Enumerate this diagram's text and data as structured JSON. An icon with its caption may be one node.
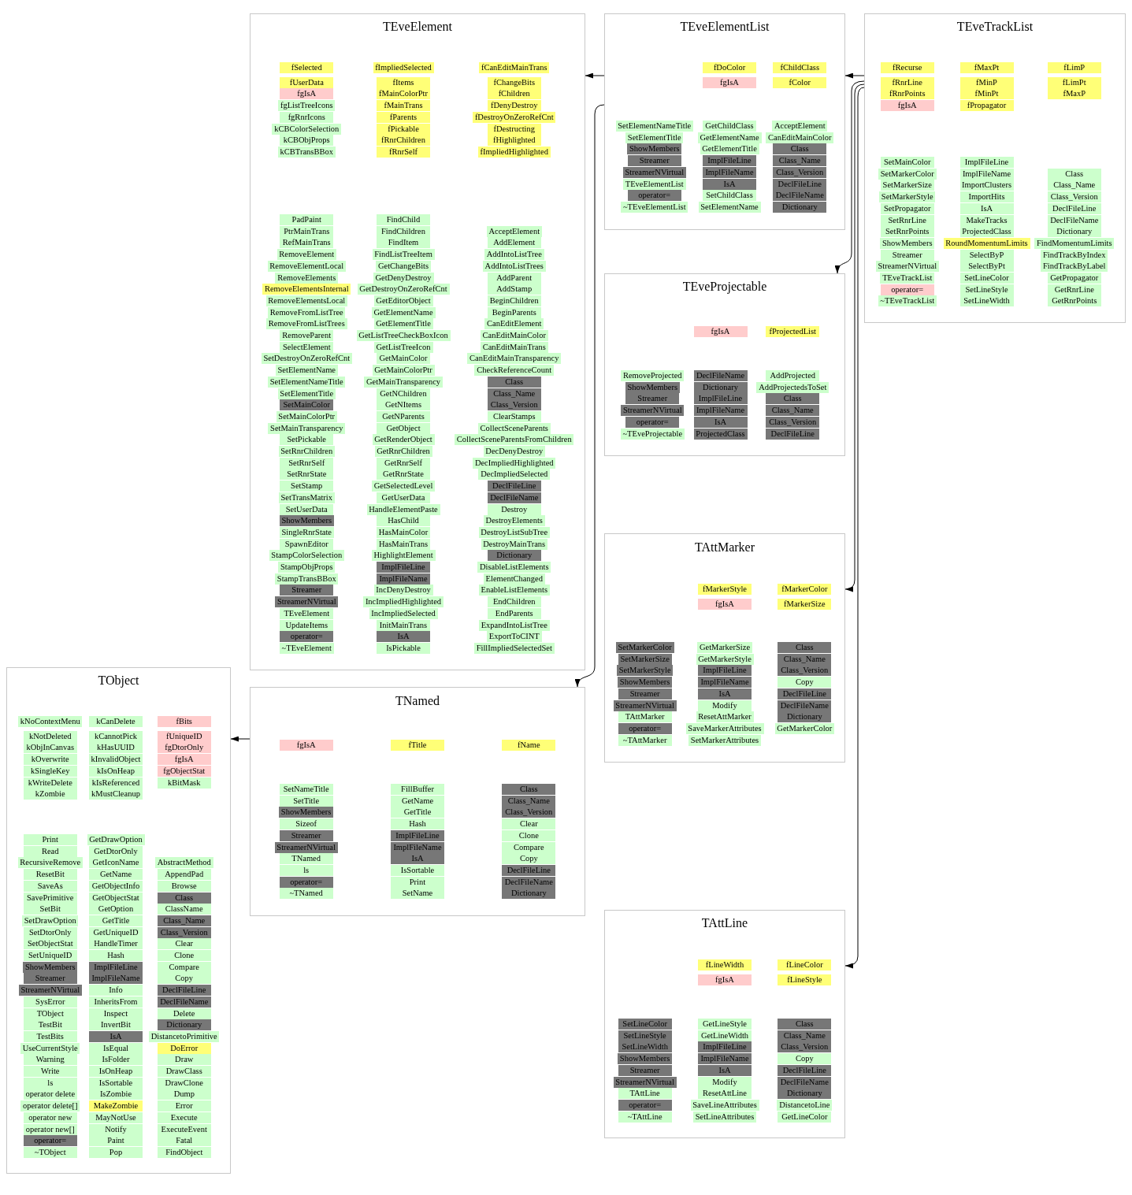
{
  "diagram": {
    "nodes": [
      {
        "text": [
          "TEveElement"
        ]
      },
      {
        "text": [
          "TEveElementList"
        ]
      },
      {
        "text": [
          "TEveTrackList"
        ]
      },
      {
        "text": [
          "TEveProjectable"
        ]
      },
      {
        "text": [
          "TAttMarker"
        ]
      },
      {
        "text": [
          "TObject"
        ]
      },
      {
        "text": [
          "TNamed"
        ]
      },
      {
        "text": [
          "TAttLine"
        ]
      },
      {
        "text": [
          "fSelected"
        ],
        "in": 0
      },
      {
        "text": [
          "fUserData"
        ],
        "in": 0
      },
      {
        "text": [
          "fgIsA"
        ],
        "in": 0
      },
      {
        "text": [
          "fgListTreeIcons"
        ],
        "in": 0
      },
      {
        "text": [
          "fgRnrIcons"
        ],
        "in": 0
      },
      {
        "text": [
          "kCBColorSelection"
        ],
        "in": 0
      },
      {
        "text": [
          "kCBObjProps"
        ],
        "in": 0
      },
      {
        "text": [
          "kCBTransBBox"
        ],
        "in": 0
      },
      {
        "text": [
          "fImpliedSelected"
        ],
        "in": 0
      },
      {
        "text": [
          "fItems"
        ],
        "in": 0
      },
      {
        "text": [
          "fMainColorPtr"
        ],
        "in": 0
      },
      {
        "text": [
          "fMainTrans"
        ],
        "in": 0
      },
      {
        "text": [
          "fParents"
        ],
        "in": 0
      },
      {
        "text": [
          "fPickable"
        ],
        "in": 0
      },
      {
        "text": [
          "fRnrChildren"
        ],
        "in": 0
      },
      {
        "text": [
          "fRnrSelf"
        ],
        "in": 0
      },
      {
        "text": [
          "fCanEditMainTrans"
        ],
        "in": 0
      },
      {
        "text": [
          "fChangeBits"
        ],
        "in": 0
      },
      {
        "text": [
          "fChildren"
        ],
        "in": 0
      },
      {
        "text": [
          "fDenyDestroy"
        ],
        "in": 0
      },
      {
        "text": [
          "fDestroyOnZeroRefCnt"
        ],
        "in": 0
      },
      {
        "text": [
          "fDestructing"
        ],
        "in": 0
      },
      {
        "text": [
          "fHighlighted"
        ],
        "in": 0
      },
      {
        "text": [
          "fImpliedHighlighted"
        ],
        "in": 0
      },
      {
        "text": [
          "PadPaint"
        ],
        "in": 0
      },
      {
        "text": [
          "PtrMainTrans"
        ],
        "in": 0
      },
      {
        "text": [
          "RefMainTrans"
        ],
        "in": 0
      },
      {
        "text": [
          "RemoveElement"
        ],
        "in": 0
      },
      {
        "text": [
          "RemoveElementLocal"
        ],
        "in": 0
      },
      {
        "text": [
          "RemoveElements"
        ],
        "in": 0
      },
      {
        "text": [
          "RemoveElementsInternal"
        ],
        "in": 0
      },
      {
        "text": [
          "RemoveElementsLocal"
        ],
        "in": 0
      },
      {
        "text": [
          "RemoveFromListTree"
        ],
        "in": 0
      },
      {
        "text": [
          "RemoveFromListTrees"
        ],
        "in": 0
      },
      {
        "text": [
          "RemoveParent"
        ],
        "in": 0
      },
      {
        "text": [
          "SelectElement"
        ],
        "in": 0
      },
      {
        "text": [
          "SetDestroyOnZeroRefCnt"
        ],
        "in": 0
      },
      {
        "text": [
          "SetElementName"
        ],
        "in": 0
      },
      {
        "text": [
          "SetElementNameTitle"
        ],
        "in": 0
      },
      {
        "text": [
          "SetElementTitle"
        ],
        "in": 0
      },
      {
        "text": [
          "SetMainColor"
        ],
        "in": 0
      },
      {
        "text": [
          "SetMainColorPtr"
        ],
        "in": 0
      },
      {
        "text": [
          "SetMainTransparency"
        ],
        "in": 0
      },
      {
        "text": [
          "SetPickable"
        ],
        "in": 0
      },
      {
        "text": [
          "SetRnrChildren"
        ],
        "in": 0
      },
      {
        "text": [
          "SetRnrSelf"
        ],
        "in": 0
      },
      {
        "text": [
          "SetRnrState"
        ],
        "in": 0
      },
      {
        "text": [
          "SetStamp"
        ],
        "in": 0
      },
      {
        "text": [
          "SetTransMatrix"
        ],
        "in": 0
      },
      {
        "text": [
          "SetUserData"
        ],
        "in": 0
      },
      {
        "text": [
          "ShowMembers"
        ],
        "in": 0
      },
      {
        "text": [
          "SingleRnrState"
        ],
        "in": 0
      },
      {
        "text": [
          "SpawnEditor"
        ],
        "in": 0
      },
      {
        "text": [
          "StampColorSelection"
        ],
        "in": 0
      },
      {
        "text": [
          "StampObjProps"
        ],
        "in": 0
      },
      {
        "text": [
          "StampTransBBox"
        ],
        "in": 0
      },
      {
        "text": [
          "Streamer"
        ],
        "in": 0
      },
      {
        "text": [
          "StreamerNVirtual"
        ],
        "in": 0
      },
      {
        "text": [
          "TEveElement"
        ],
        "in": 0
      },
      {
        "text": [
          "UpdateItems"
        ],
        "in": 0
      },
      {
        "text": [
          "operator="
        ],
        "in": 0
      },
      {
        "text": [
          "~TEveElement"
        ],
        "in": 0
      },
      {
        "text": [
          "FindChild"
        ],
        "in": 0
      },
      {
        "text": [
          "FindChildren"
        ],
        "in": 0
      },
      {
        "text": [
          "FindItem"
        ],
        "in": 0
      },
      {
        "text": [
          "FindListTreeItem"
        ],
        "in": 0
      },
      {
        "text": [
          "GetChangeBits"
        ],
        "in": 0
      },
      {
        "text": [
          "GetDenyDestroy"
        ],
        "in": 0
      },
      {
        "text": [
          "GetDestroyOnZeroRefCnt"
        ],
        "in": 0
      },
      {
        "text": [
          "GetEditorObject"
        ],
        "in": 0
      },
      {
        "text": [
          "GetElementName"
        ],
        "in": 0
      },
      {
        "text": [
          "GetElementTitle"
        ],
        "in": 0
      },
      {
        "text": [
          "GetListTreeCheckBoxIcon"
        ],
        "in": 0
      },
      {
        "text": [
          "GetListTreeIcon"
        ],
        "in": 0
      },
      {
        "text": [
          "GetMainColor"
        ],
        "in": 0
      },
      {
        "text": [
          "GetMainColorPtr"
        ],
        "in": 0
      },
      {
        "text": [
          "GetMainTransparency"
        ],
        "in": 0
      },
      {
        "text": [
          "GetNChildren"
        ],
        "in": 0
      },
      {
        "text": [
          "GetNItems"
        ],
        "in": 0
      },
      {
        "text": [
          "GetNParents"
        ],
        "in": 0
      },
      {
        "text": [
          "GetObject"
        ],
        "in": 0
      },
      {
        "text": [
          "GetRenderObject"
        ],
        "in": 0
      },
      {
        "text": [
          "GetRnrChildren"
        ],
        "in": 0
      },
      {
        "text": [
          "GetRnrSelf"
        ],
        "in": 0
      },
      {
        "text": [
          "GetRnrState"
        ],
        "in": 0
      },
      {
        "text": [
          "GetSelectedLevel"
        ],
        "in": 0
      },
      {
        "text": [
          "GetUserData"
        ],
        "in": 0
      },
      {
        "text": [
          "HandleElementPaste"
        ],
        "in": 0
      },
      {
        "text": [
          "HasChild"
        ],
        "in": 0
      },
      {
        "text": [
          "HasMainColor"
        ],
        "in": 0
      },
      {
        "text": [
          "HasMainTrans"
        ],
        "in": 0
      },
      {
        "text": [
          "HighlightElement"
        ],
        "in": 0
      },
      {
        "text": [
          "ImplFileLine"
        ],
        "in": 0
      },
      {
        "text": [
          "ImplFileName"
        ],
        "in": 0
      },
      {
        "text": [
          "IncDenyDestroy"
        ],
        "in": 0
      },
      {
        "text": [
          "IncImpliedHighlighted"
        ],
        "in": 0
      },
      {
        "text": [
          "IncImpliedSelected"
        ],
        "in": 0
      },
      {
        "text": [
          "InitMainTrans"
        ],
        "in": 0
      },
      {
        "text": [
          "IsA"
        ],
        "in": 0
      },
      {
        "text": [
          "IsPickable"
        ],
        "in": 0
      },
      {
        "text": [
          "AcceptElement"
        ],
        "in": 0
      },
      {
        "text": [
          "AddElement"
        ],
        "in": 0
      },
      {
        "text": [
          "AddIntoListTree"
        ],
        "in": 0
      },
      {
        "text": [
          "AddIntoListTrees"
        ],
        "in": 0
      },
      {
        "text": [
          "AddParent"
        ],
        "in": 0
      },
      {
        "text": [
          "AddStamp"
        ],
        "in": 0
      },
      {
        "text": [
          "BeginChildren"
        ],
        "in": 0
      },
      {
        "text": [
          "BeginParents"
        ],
        "in": 0
      },
      {
        "text": [
          "CanEditElement"
        ],
        "in": 0
      },
      {
        "text": [
          "CanEditMainColor"
        ],
        "in": 0
      },
      {
        "text": [
          "CanEditMainTrans"
        ],
        "in": 0
      },
      {
        "text": [
          "CanEditMainTransparency"
        ],
        "in": 0
      },
      {
        "text": [
          "CheckReferenceCount"
        ],
        "in": 0
      },
      {
        "text": [
          "Class"
        ],
        "in": 0
      },
      {
        "text": [
          "Class_Name"
        ],
        "in": 0
      },
      {
        "text": [
          "Class_Version"
        ],
        "in": 0
      },
      {
        "text": [
          "ClearStamps"
        ],
        "in": 0
      },
      {
        "text": [
          "CollectSceneParents"
        ],
        "in": 0
      },
      {
        "text": [
          "CollectSceneParentsFromChildren"
        ],
        "in": 0
      },
      {
        "text": [
          "DecDenyDestroy"
        ],
        "in": 0
      },
      {
        "text": [
          "DecImpliedHighlighted"
        ],
        "in": 0
      },
      {
        "text": [
          "DecImpliedSelected"
        ],
        "in": 0
      },
      {
        "text": [
          "DeclFileLine"
        ],
        "in": 0
      },
      {
        "text": [
          "DeclFileName"
        ],
        "in": 0
      },
      {
        "text": [
          "Destroy"
        ],
        "in": 0
      },
      {
        "text": [
          "DestroyElements"
        ],
        "in": 0
      },
      {
        "text": [
          "DestroyListSubTree"
        ],
        "in": 0
      },
      {
        "text": [
          "DestroyMainTrans"
        ],
        "in": 0
      },
      {
        "text": [
          "Dictionary"
        ],
        "in": 0
      },
      {
        "text": [
          "DisableListElements"
        ],
        "in": 0
      },
      {
        "text": [
          "ElementChanged"
        ],
        "in": 0
      },
      {
        "text": [
          "EnableListElements"
        ],
        "in": 0
      },
      {
        "text": [
          "EndChildren"
        ],
        "in": 0
      },
      {
        "text": [
          "EndParents"
        ],
        "in": 0
      },
      {
        "text": [
          "ExpandIntoListTree"
        ],
        "in": 0
      },
      {
        "text": [
          "ExportToCINT"
        ],
        "in": 0
      },
      {
        "text": [
          "FillImpliedSelectedSet"
        ],
        "in": 0
      },
      {
        "text": [
          "fDoColor"
        ],
        "in": 1
      },
      {
        "text": [
          "fgIsA"
        ],
        "in": 1
      },
      {
        "text": [
          "fChildClass"
        ],
        "in": 1
      },
      {
        "text": [
          "fColor"
        ],
        "in": 1
      },
      {
        "text": [
          "SetElementNameTitle"
        ],
        "in": 1
      },
      {
        "text": [
          "SetElementTitle"
        ],
        "in": 1
      },
      {
        "text": [
          "ShowMembers"
        ],
        "in": 1
      },
      {
        "text": [
          "Streamer"
        ],
        "in": 1
      },
      {
        "text": [
          "StreamerNVirtual"
        ],
        "in": 1
      },
      {
        "text": [
          "TEveElementList"
        ],
        "in": 1
      },
      {
        "text": [
          "operator="
        ],
        "in": 1
      },
      {
        "text": [
          "~TEveElementList"
        ],
        "in": 1
      },
      {
        "text": [
          "GetChildClass"
        ],
        "in": 1
      },
      {
        "text": [
          "GetElementName"
        ],
        "in": 1
      },
      {
        "text": [
          "GetElementTitle"
        ],
        "in": 1
      },
      {
        "text": [
          "ImplFileLine"
        ],
        "in": 1
      },
      {
        "text": [
          "ImplFileName"
        ],
        "in": 1
      },
      {
        "text": [
          "IsA"
        ],
        "in": 1
      },
      {
        "text": [
          "SetChildClass"
        ],
        "in": 1
      },
      {
        "text": [
          "SetElementName"
        ],
        "in": 1
      },
      {
        "text": [
          "AcceptElement"
        ],
        "in": 1
      },
      {
        "text": [
          "CanEditMainColor"
        ],
        "in": 1
      },
      {
        "text": [
          "Class"
        ],
        "in": 1
      },
      {
        "text": [
          "Class_Name"
        ],
        "in": 1
      },
      {
        "text": [
          "Class_Version"
        ],
        "in": 1
      },
      {
        "text": [
          "DeclFileLine"
        ],
        "in": 1
      },
      {
        "text": [
          "DeclFileName"
        ],
        "in": 1
      },
      {
        "text": [
          "Dictionary"
        ],
        "in": 1
      },
      {
        "text": [
          "fRecurse"
        ],
        "in": 2
      },
      {
        "text": [
          "fRnrLine"
        ],
        "in": 2
      },
      {
        "text": [
          "fRnrPoints"
        ],
        "in": 2
      },
      {
        "text": [
          "fgIsA"
        ],
        "in": 2
      },
      {
        "text": [
          "fMaxPt"
        ],
        "in": 2
      },
      {
        "text": [
          "fMinP"
        ],
        "in": 2
      },
      {
        "text": [
          "fMinPt"
        ],
        "in": 2
      },
      {
        "text": [
          "fPropagator"
        ],
        "in": 2
      },
      {
        "text": [
          "fLimP"
        ],
        "in": 2
      },
      {
        "text": [
          "fLimPt"
        ],
        "in": 2
      },
      {
        "text": [
          "fMaxP"
        ],
        "in": 2
      },
      {
        "text": [
          "SetMainColor"
        ],
        "in": 2
      },
      {
        "text": [
          "SetMarkerColor"
        ],
        "in": 2
      },
      {
        "text": [
          "SetMarkerSize"
        ],
        "in": 2
      },
      {
        "text": [
          "SetMarkerStyle"
        ],
        "in": 2
      },
      {
        "text": [
          "SetPropagator"
        ],
        "in": 2
      },
      {
        "text": [
          "SetRnrLine"
        ],
        "in": 2
      },
      {
        "text": [
          "SetRnrPoints"
        ],
        "in": 2
      },
      {
        "text": [
          "ShowMembers"
        ],
        "in": 2
      },
      {
        "text": [
          "Streamer"
        ],
        "in": 2
      },
      {
        "text": [
          "StreamerNVirtual"
        ],
        "in": 2
      },
      {
        "text": [
          "TEveTrackList"
        ],
        "in": 2
      },
      {
        "text": [
          "operator="
        ],
        "in": 2
      },
      {
        "text": [
          "~TEveTrackList"
        ],
        "in": 2
      },
      {
        "text": [
          "ImplFileLine"
        ],
        "in": 2
      },
      {
        "text": [
          "ImplFileName"
        ],
        "in": 2
      },
      {
        "text": [
          "ImportClusters"
        ],
        "in": 2
      },
      {
        "text": [
          "ImportHits"
        ],
        "in": 2
      },
      {
        "text": [
          "IsA"
        ],
        "in": 2
      },
      {
        "text": [
          "MakeTracks"
        ],
        "in": 2
      },
      {
        "text": [
          "ProjectedClass"
        ],
        "in": 2
      },
      {
        "text": [
          "RoundMomentumLimits"
        ],
        "in": 2
      },
      {
        "text": [
          "SelectByP"
        ],
        "in": 2
      },
      {
        "text": [
          "SelectByPt"
        ],
        "in": 2
      },
      {
        "text": [
          "SetLineColor"
        ],
        "in": 2
      },
      {
        "text": [
          "SetLineStyle"
        ],
        "in": 2
      },
      {
        "text": [
          "SetLineWidth"
        ],
        "in": 2
      },
      {
        "text": [
          "Class"
        ],
        "in": 2
      },
      {
        "text": [
          "Class_Name"
        ],
        "in": 2
      },
      {
        "text": [
          "Class_Version"
        ],
        "in": 2
      },
      {
        "text": [
          "DeclFileLine"
        ],
        "in": 2
      },
      {
        "text": [
          "DeclFileName"
        ],
        "in": 2
      },
      {
        "text": [
          "Dictionary"
        ],
        "in": 2
      },
      {
        "text": [
          "FindMomentumLimits"
        ],
        "in": 2
      },
      {
        "text": [
          "FindTrackByIndex"
        ],
        "in": 2
      },
      {
        "text": [
          "FindTrackByLabel"
        ],
        "in": 2
      },
      {
        "text": [
          "GetPropagator"
        ],
        "in": 2
      },
      {
        "text": [
          "GetRnrLine"
        ],
        "in": 2
      },
      {
        "text": [
          "GetRnrPoints"
        ],
        "in": 2
      },
      {
        "text": [
          "fgIsA"
        ],
        "in": 3
      },
      {
        "text": [
          "fProjectedList"
        ],
        "in": 3
      },
      {
        "text": [
          "RemoveProjected"
        ],
        "in": 3
      },
      {
        "text": [
          "ShowMembers"
        ],
        "in": 3
      },
      {
        "text": [
          "Streamer"
        ],
        "in": 3
      },
      {
        "text": [
          "StreamerNVirtual"
        ],
        "in": 3
      },
      {
        "text": [
          "operator="
        ],
        "in": 3
      },
      {
        "text": [
          "~TEveProjectable"
        ],
        "in": 3
      },
      {
        "text": [
          "DeclFileName"
        ],
        "in": 3
      },
      {
        "text": [
          "Dictionary"
        ],
        "in": 3
      },
      {
        "text": [
          "ImplFileLine"
        ],
        "in": 3
      },
      {
        "text": [
          "ImplFileName"
        ],
        "in": 3
      },
      {
        "text": [
          "IsA"
        ],
        "in": 3
      },
      {
        "text": [
          "ProjectedClass"
        ],
        "in": 3
      },
      {
        "text": [
          "AddProjected"
        ],
        "in": 3
      },
      {
        "text": [
          "AddProjectedsToSet"
        ],
        "in": 3
      },
      {
        "text": [
          "Class"
        ],
        "in": 3
      },
      {
        "text": [
          "Class_Name"
        ],
        "in": 3
      },
      {
        "text": [
          "Class_Version"
        ],
        "in": 3
      },
      {
        "text": [
          "DeclFileLine"
        ],
        "in": 3
      },
      {
        "text": [
          "fMarkerStyle"
        ],
        "in": 4
      },
      {
        "text": [
          "fgIsA"
        ],
        "in": 4
      },
      {
        "text": [
          "fMarkerColor"
        ],
        "in": 4
      },
      {
        "text": [
          "fMarkerSize"
        ],
        "in": 4
      },
      {
        "text": [
          "SetMarkerColor"
        ],
        "in": 4
      },
      {
        "text": [
          "SetMarkerSize"
        ],
        "in": 4
      },
      {
        "text": [
          "SetMarkerStyle"
        ],
        "in": 4
      },
      {
        "text": [
          "ShowMembers"
        ],
        "in": 4
      },
      {
        "text": [
          "Streamer"
        ],
        "in": 4
      },
      {
        "text": [
          "StreamerNVirtual"
        ],
        "in": 4
      },
      {
        "text": [
          "TAttMarker"
        ],
        "in": 4
      },
      {
        "text": [
          "operator="
        ],
        "in": 4
      },
      {
        "text": [
          "~TAttMarker"
        ],
        "in": 4
      },
      {
        "text": [
          "GetMarkerSize"
        ],
        "in": 4
      },
      {
        "text": [
          "GetMarkerStyle"
        ],
        "in": 4
      },
      {
        "text": [
          "ImplFileLine"
        ],
        "in": 4
      },
      {
        "text": [
          "ImplFileName"
        ],
        "in": 4
      },
      {
        "text": [
          "IsA"
        ],
        "in": 4
      },
      {
        "text": [
          "Modify"
        ],
        "in": 4
      },
      {
        "text": [
          "ResetAttMarker"
        ],
        "in": 4
      },
      {
        "text": [
          "SaveMarkerAttributes"
        ],
        "in": 4
      },
      {
        "text": [
          "SetMarkerAttributes"
        ],
        "in": 4
      },
      {
        "text": [
          "Class"
        ],
        "in": 4
      },
      {
        "text": [
          "Class_Name"
        ],
        "in": 4
      },
      {
        "text": [
          "Class_Version"
        ],
        "in": 4
      },
      {
        "text": [
          "Copy"
        ],
        "in": 4
      },
      {
        "text": [
          "DeclFileLine"
        ],
        "in": 4
      },
      {
        "text": [
          "DeclFileName"
        ],
        "in": 4
      },
      {
        "text": [
          "Dictionary"
        ],
        "in": 4
      },
      {
        "text": [
          "GetMarkerColor"
        ],
        "in": 4
      },
      {
        "text": [
          "kNoContextMenu"
        ],
        "in": 5
      },
      {
        "text": [
          "kNotDeleted"
        ],
        "in": 5
      },
      {
        "text": [
          "kObjInCanvas"
        ],
        "in": 5
      },
      {
        "text": [
          "kOverwrite"
        ],
        "in": 5
      },
      {
        "text": [
          "kSingleKey"
        ],
        "in": 5
      },
      {
        "text": [
          "kWriteDelete"
        ],
        "in": 5
      },
      {
        "text": [
          "kZombie"
        ],
        "in": 5
      },
      {
        "text": [
          "kCanDelete"
        ],
        "in": 5
      },
      {
        "text": [
          "kCannotPick"
        ],
        "in": 5
      },
      {
        "text": [
          "kHasUUID"
        ],
        "in": 5
      },
      {
        "text": [
          "kInvalidObject"
        ],
        "in": 5
      },
      {
        "text": [
          "kIsOnHeap"
        ],
        "in": 5
      },
      {
        "text": [
          "kIsReferenced"
        ],
        "in": 5
      },
      {
        "text": [
          "kMustCleanup"
        ],
        "in": 5
      },
      {
        "text": [
          "fBits"
        ],
        "in": 5
      },
      {
        "text": [
          "fUniqueID"
        ],
        "in": 5
      },
      {
        "text": [
          "fgDtorOnly"
        ],
        "in": 5
      },
      {
        "text": [
          "fgIsA"
        ],
        "in": 5
      },
      {
        "text": [
          "fgObjectStat"
        ],
        "in": 5
      },
      {
        "text": [
          "kBitMask"
        ],
        "in": 5
      },
      {
        "text": [
          "Print"
        ],
        "in": 5
      },
      {
        "text": [
          "Read"
        ],
        "in": 5
      },
      {
        "text": [
          "RecursiveRemove"
        ],
        "in": 5
      },
      {
        "text": [
          "ResetBit"
        ],
        "in": 5
      },
      {
        "text": [
          "SaveAs"
        ],
        "in": 5
      },
      {
        "text": [
          "SavePrimitive"
        ],
        "in": 5
      },
      {
        "text": [
          "SetBit"
        ],
        "in": 5
      },
      {
        "text": [
          "SetDrawOption"
        ],
        "in": 5
      },
      {
        "text": [
          "SetDtorOnly"
        ],
        "in": 5
      },
      {
        "text": [
          "SetObjectStat"
        ],
        "in": 5
      },
      {
        "text": [
          "SetUniqueID"
        ],
        "in": 5
      },
      {
        "text": [
          "ShowMembers"
        ],
        "in": 5
      },
      {
        "text": [
          "Streamer"
        ],
        "in": 5
      },
      {
        "text": [
          "StreamerNVirtual"
        ],
        "in": 5
      },
      {
        "text": [
          "SysError"
        ],
        "in": 5
      },
      {
        "text": [
          "TObject"
        ],
        "in": 5
      },
      {
        "text": [
          "TestBit"
        ],
        "in": 5
      },
      {
        "text": [
          "TestBits"
        ],
        "in": 5
      },
      {
        "text": [
          "UseCurrentStyle"
        ],
        "in": 5
      },
      {
        "text": [
          "Warning"
        ],
        "in": 5
      },
      {
        "text": [
          "Write"
        ],
        "in": 5
      },
      {
        "text": [
          "ls"
        ],
        "in": 5
      },
      {
        "text": [
          "operator delete"
        ],
        "in": 5
      },
      {
        "text": [
          "operator delete[]"
        ],
        "in": 5
      },
      {
        "text": [
          "operator new"
        ],
        "in": 5
      },
      {
        "text": [
          "operator new[]"
        ],
        "in": 5
      },
      {
        "text": [
          "operator="
        ],
        "in": 5
      },
      {
        "text": [
          "~TObject"
        ],
        "in": 5
      },
      {
        "text": [
          "GetDrawOption"
        ],
        "in": 5
      },
      {
        "text": [
          "GetDtorOnly"
        ],
        "in": 5
      },
      {
        "text": [
          "GetIconName"
        ],
        "in": 5
      },
      {
        "text": [
          "GetName"
        ],
        "in": 5
      },
      {
        "text": [
          "GetObjectInfo"
        ],
        "in": 5
      },
      {
        "text": [
          "GetObjectStat"
        ],
        "in": 5
      },
      {
        "text": [
          "GetOption"
        ],
        "in": 5
      },
      {
        "text": [
          "GetTitle"
        ],
        "in": 5
      },
      {
        "text": [
          "GetUniqueID"
        ],
        "in": 5
      },
      {
        "text": [
          "HandleTimer"
        ],
        "in": 5
      },
      {
        "text": [
          "Hash"
        ],
        "in": 5
      },
      {
        "text": [
          "ImplFileLine"
        ],
        "in": 5
      },
      {
        "text": [
          "ImplFileName"
        ],
        "in": 5
      },
      {
        "text": [
          "Info"
        ],
        "in": 5
      },
      {
        "text": [
          "InheritsFrom"
        ],
        "in": 5
      },
      {
        "text": [
          "Inspect"
        ],
        "in": 5
      },
      {
        "text": [
          "InvertBit"
        ],
        "in": 5
      },
      {
        "text": [
          "IsA"
        ],
        "in": 5
      },
      {
        "text": [
          "IsEqual"
        ],
        "in": 5
      },
      {
        "text": [
          "IsFolder"
        ],
        "in": 5
      },
      {
        "text": [
          "IsOnHeap"
        ],
        "in": 5
      },
      {
        "text": [
          "IsSortable"
        ],
        "in": 5
      },
      {
        "text": [
          "IsZombie"
        ],
        "in": 5
      },
      {
        "text": [
          "MakeZombie"
        ],
        "in": 5
      },
      {
        "text": [
          "MayNotUse"
        ],
        "in": 5
      },
      {
        "text": [
          "Notify"
        ],
        "in": 5
      },
      {
        "text": [
          "Paint"
        ],
        "in": 5
      },
      {
        "text": [
          "Pop"
        ],
        "in": 5
      },
      {
        "text": [
          "AbstractMethod"
        ],
        "in": 5
      },
      {
        "text": [
          "AppendPad"
        ],
        "in": 5
      },
      {
        "text": [
          "Browse"
        ],
        "in": 5
      },
      {
        "text": [
          "Class"
        ],
        "in": 5
      },
      {
        "text": [
          "ClassName"
        ],
        "in": 5
      },
      {
        "text": [
          "Class_Name"
        ],
        "in": 5
      },
      {
        "text": [
          "Class_Version"
        ],
        "in": 5
      },
      {
        "text": [
          "Clear"
        ],
        "in": 5
      },
      {
        "text": [
          "Clone"
        ],
        "in": 5
      },
      {
        "text": [
          "Compare"
        ],
        "in": 5
      },
      {
        "text": [
          "Copy"
        ],
        "in": 5
      },
      {
        "text": [
          "DeclFileLine"
        ],
        "in": 5
      },
      {
        "text": [
          "DeclFileName"
        ],
        "in": 5
      },
      {
        "text": [
          "Delete"
        ],
        "in": 5
      },
      {
        "text": [
          "Dictionary"
        ],
        "in": 5
      },
      {
        "text": [
          "DistancetoPrimitive"
        ],
        "in": 5
      },
      {
        "text": [
          "DoError"
        ],
        "in": 5
      },
      {
        "text": [
          "Draw"
        ],
        "in": 5
      },
      {
        "text": [
          "DrawClass"
        ],
        "in": 5
      },
      {
        "text": [
          "DrawClone"
        ],
        "in": 5
      },
      {
        "text": [
          "Dump"
        ],
        "in": 5
      },
      {
        "text": [
          "Error"
        ],
        "in": 5
      },
      {
        "text": [
          "Execute"
        ],
        "in": 5
      },
      {
        "text": [
          "ExecuteEvent"
        ],
        "in": 5
      },
      {
        "text": [
          "Fatal"
        ],
        "in": 5
      },
      {
        "text": [
          "FindObject"
        ],
        "in": 5
      },
      {
        "text": [
          "fgIsA"
        ],
        "in": 6
      },
      {
        "text": [
          "fTitle"
        ],
        "in": 6
      },
      {
        "text": [
          "fName"
        ],
        "in": 6
      },
      {
        "text": [
          "SetNameTitle"
        ],
        "in": 6
      },
      {
        "text": [
          "SetTitle"
        ],
        "in": 6
      },
      {
        "text": [
          "ShowMembers"
        ],
        "in": 6
      },
      {
        "text": [
          "Sizeof"
        ],
        "in": 6
      },
      {
        "text": [
          "Streamer"
        ],
        "in": 6
      },
      {
        "text": [
          "StreamerNVirtual"
        ],
        "in": 6
      },
      {
        "text": [
          "TNamed"
        ],
        "in": 6
      },
      {
        "text": [
          "ls"
        ],
        "in": 6
      },
      {
        "text": [
          "operator="
        ],
        "in": 6
      },
      {
        "text": [
          "~TNamed"
        ],
        "in": 6
      },
      {
        "text": [
          "FillBuffer"
        ],
        "in": 6
      },
      {
        "text": [
          "GetName"
        ],
        "in": 6
      },
      {
        "text": [
          "GetTitle"
        ],
        "in": 6
      },
      {
        "text": [
          "Hash"
        ],
        "in": 6
      },
      {
        "text": [
          "ImplFileLine"
        ],
        "in": 6
      },
      {
        "text": [
          "ImplFileName"
        ],
        "in": 6
      },
      {
        "text": [
          "IsA"
        ],
        "in": 6
      },
      {
        "text": [
          "IsSortable"
        ],
        "in": 6
      },
      {
        "text": [
          "Print"
        ],
        "in": 6
      },
      {
        "text": [
          "SetName"
        ],
        "in": 6
      },
      {
        "text": [
          "Class"
        ],
        "in": 6
      },
      {
        "text": [
          "Class_Name"
        ],
        "in": 6
      },
      {
        "text": [
          "Class_Version"
        ],
        "in": 6
      },
      {
        "text": [
          "Clear"
        ],
        "in": 6
      },
      {
        "text": [
          "Clone"
        ],
        "in": 6
      },
      {
        "text": [
          "Compare"
        ],
        "in": 6
      },
      {
        "text": [
          "Copy"
        ],
        "in": 6
      },
      {
        "text": [
          "DeclFileLine"
        ],
        "in": 6
      },
      {
        "text": [
          "DeclFileName"
        ],
        "in": 6
      },
      {
        "text": [
          "Dictionary"
        ],
        "in": 6
      },
      {
        "text": [
          "fLineWidth"
        ],
        "in": 7
      },
      {
        "text": [
          "fgIsA"
        ],
        "in": 7
      },
      {
        "text": [
          "fLineColor"
        ],
        "in": 7
      },
      {
        "text": [
          "fLineStyle"
        ],
        "in": 7
      },
      {
        "text": [
          "SetLineColor"
        ],
        "in": 7
      },
      {
        "text": [
          "SetLineStyle"
        ],
        "in": 7
      },
      {
        "text": [
          "SetLineWidth"
        ],
        "in": 7
      },
      {
        "text": [
          "ShowMembers"
        ],
        "in": 7
      },
      {
        "text": [
          "Streamer"
        ],
        "in": 7
      },
      {
        "text": [
          "StreamerNVirtual"
        ],
        "in": 7
      },
      {
        "text": [
          "TAttLine"
        ],
        "in": 7
      },
      {
        "text": [
          "operator="
        ],
        "in": 7
      },
      {
        "text": [
          "~TAttLine"
        ],
        "in": 7
      },
      {
        "text": [
          "GetLineStyle"
        ],
        "in": 7
      },
      {
        "text": [
          "GetLineWidth"
        ],
        "in": 7
      },
      {
        "text": [
          "ImplFileLine"
        ],
        "in": 7
      },
      {
        "text": [
          "ImplFileName"
        ],
        "in": 7
      },
      {
        "text": [
          "IsA"
        ],
        "in": 7
      },
      {
        "text": [
          "Modify"
        ],
        "in": 7
      },
      {
        "text": [
          "ResetAttLine"
        ],
        "in": 7
      },
      {
        "text": [
          "SaveLineAttributes"
        ],
        "in": 7
      },
      {
        "text": [
          "SetLineAttributes"
        ],
        "in": 7
      },
      {
        "text": [
          "Class"
        ],
        "in": 7
      },
      {
        "text": [
          "Class_Name"
        ],
        "in": 7
      },
      {
        "text": [
          "Class_Version"
        ],
        "in": 7
      },
      {
        "text": [
          "Copy"
        ],
        "in": 7
      },
      {
        "text": [
          "DeclFileLine"
        ],
        "in": 7
      },
      {
        "text": [
          "DeclFileName"
        ],
        "in": 7
      },
      {
        "text": [
          "Dictionary"
        ],
        "in": 7
      },
      {
        "text": [
          "DistancetoLine"
        ],
        "in": 7
      },
      {
        "text": [
          "GetLineColor"
        ],
        "in": 7
      }
    ],
    "edges": [
      {
        "from": 2,
        "to": 1,
        "arrow": "to"
      },
      {
        "from": 2,
        "to": 3,
        "arrow": "to"
      },
      {
        "from": 2,
        "to": 4,
        "arrow": "to"
      },
      {
        "from": 2,
        "to": 7,
        "arrow": "to"
      },
      {
        "from": 1,
        "to": 0,
        "arrow": "to"
      },
      {
        "from": 1,
        "to": 6,
        "arrow": "to"
      },
      {
        "from": 6,
        "to": 5,
        "arrow": "to"
      }
    ]
  }
}
